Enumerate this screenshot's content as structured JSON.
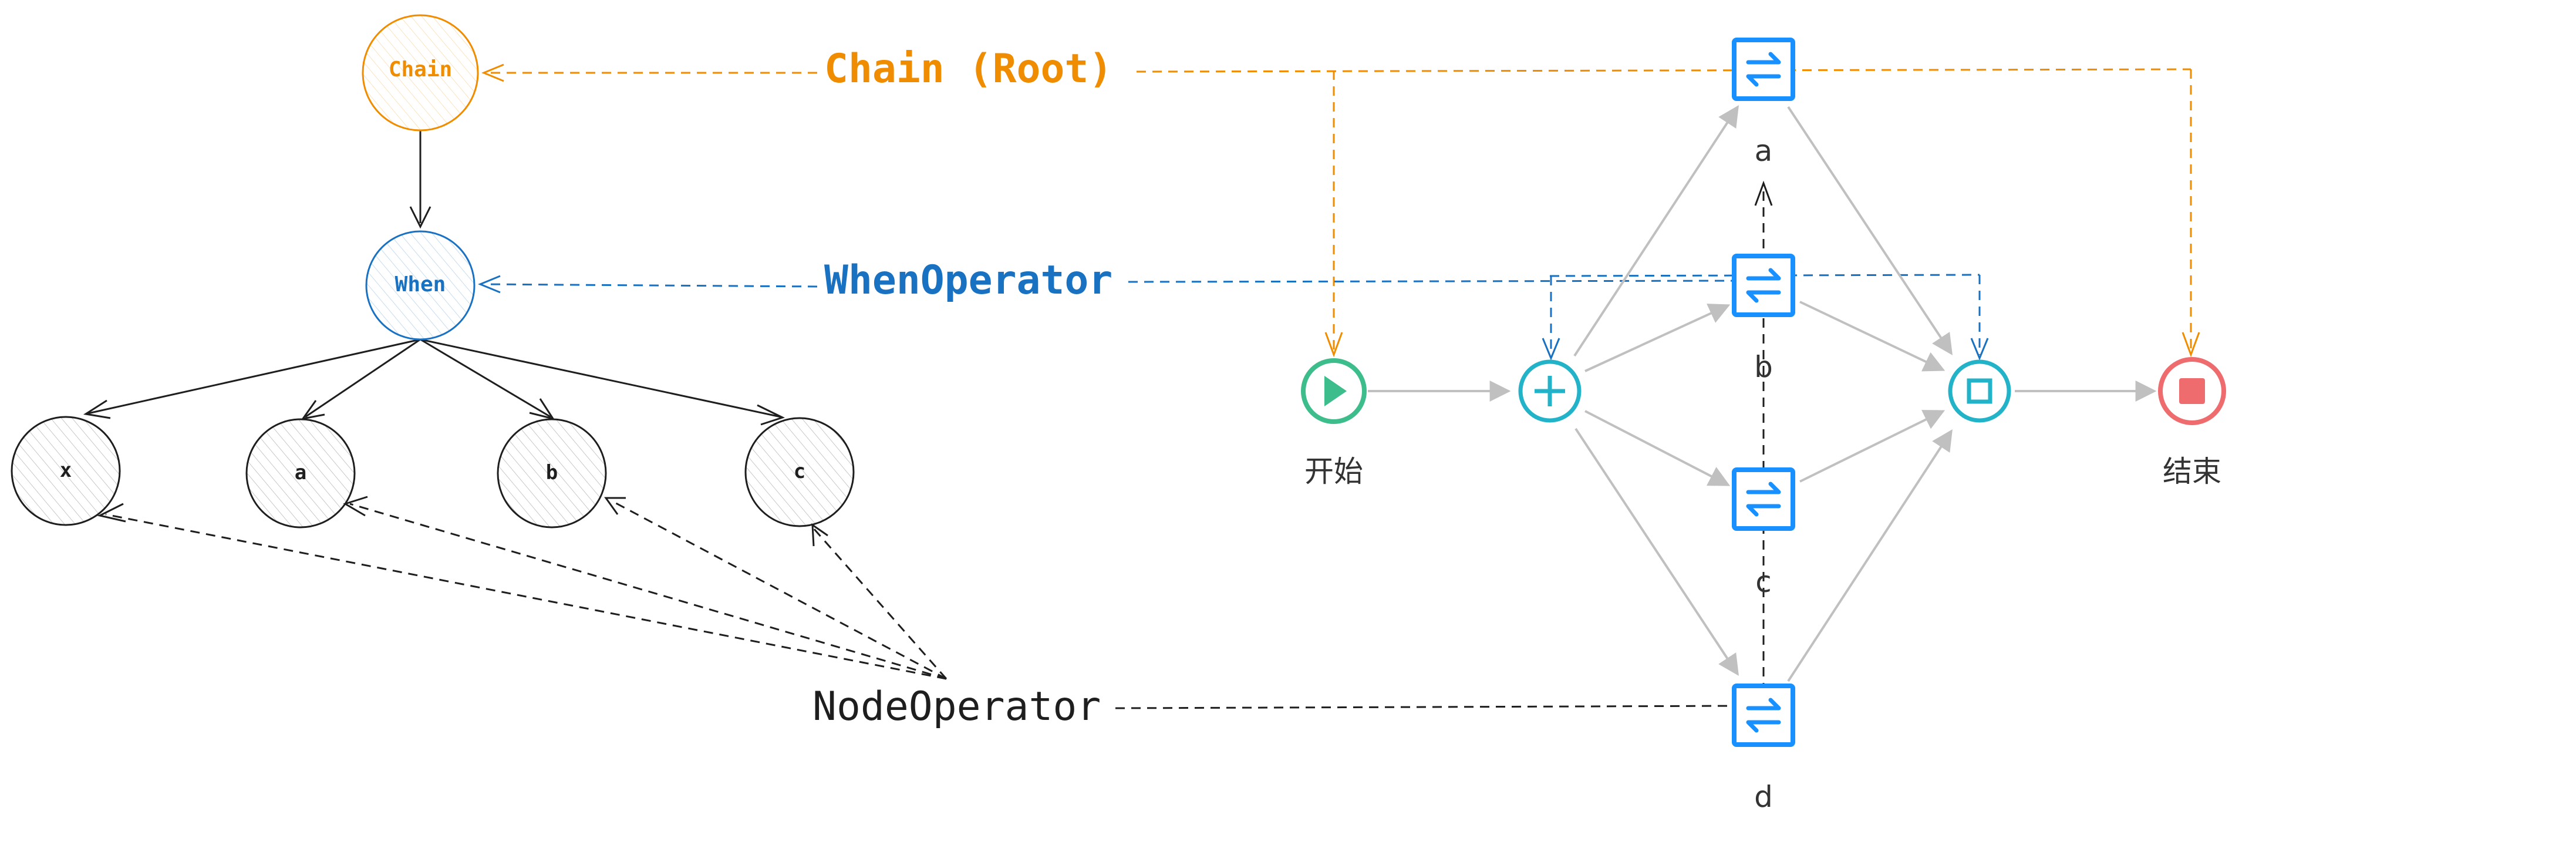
{
  "tree": {
    "root": "Chain",
    "when": "When",
    "leaves": [
      "x",
      "a",
      "b",
      "c"
    ]
  },
  "annotations": {
    "chain_root": "Chain (Root)",
    "when_operator": "WhenOperator",
    "node_operator": "NodeOperator"
  },
  "flow": {
    "start_label": "开始",
    "end_label": "结束",
    "nodes": [
      "a",
      "b",
      "c",
      "d"
    ]
  },
  "colors": {
    "orange": "#f08c00",
    "blue": "#1971c2",
    "ink": "#1e1e1e",
    "gray_edge": "#c0c0c0",
    "start_green": "#3dbd8b",
    "gateway_cyan": "#22b3c9",
    "end_red": "#ee6b6e",
    "task_blue": "#1890ff"
  },
  "icons": {
    "start": "play-icon",
    "parallel_gateway": "plus-icon",
    "join_gateway": "square-icon",
    "end": "stop-icon",
    "task": "swap-arrows-icon"
  }
}
